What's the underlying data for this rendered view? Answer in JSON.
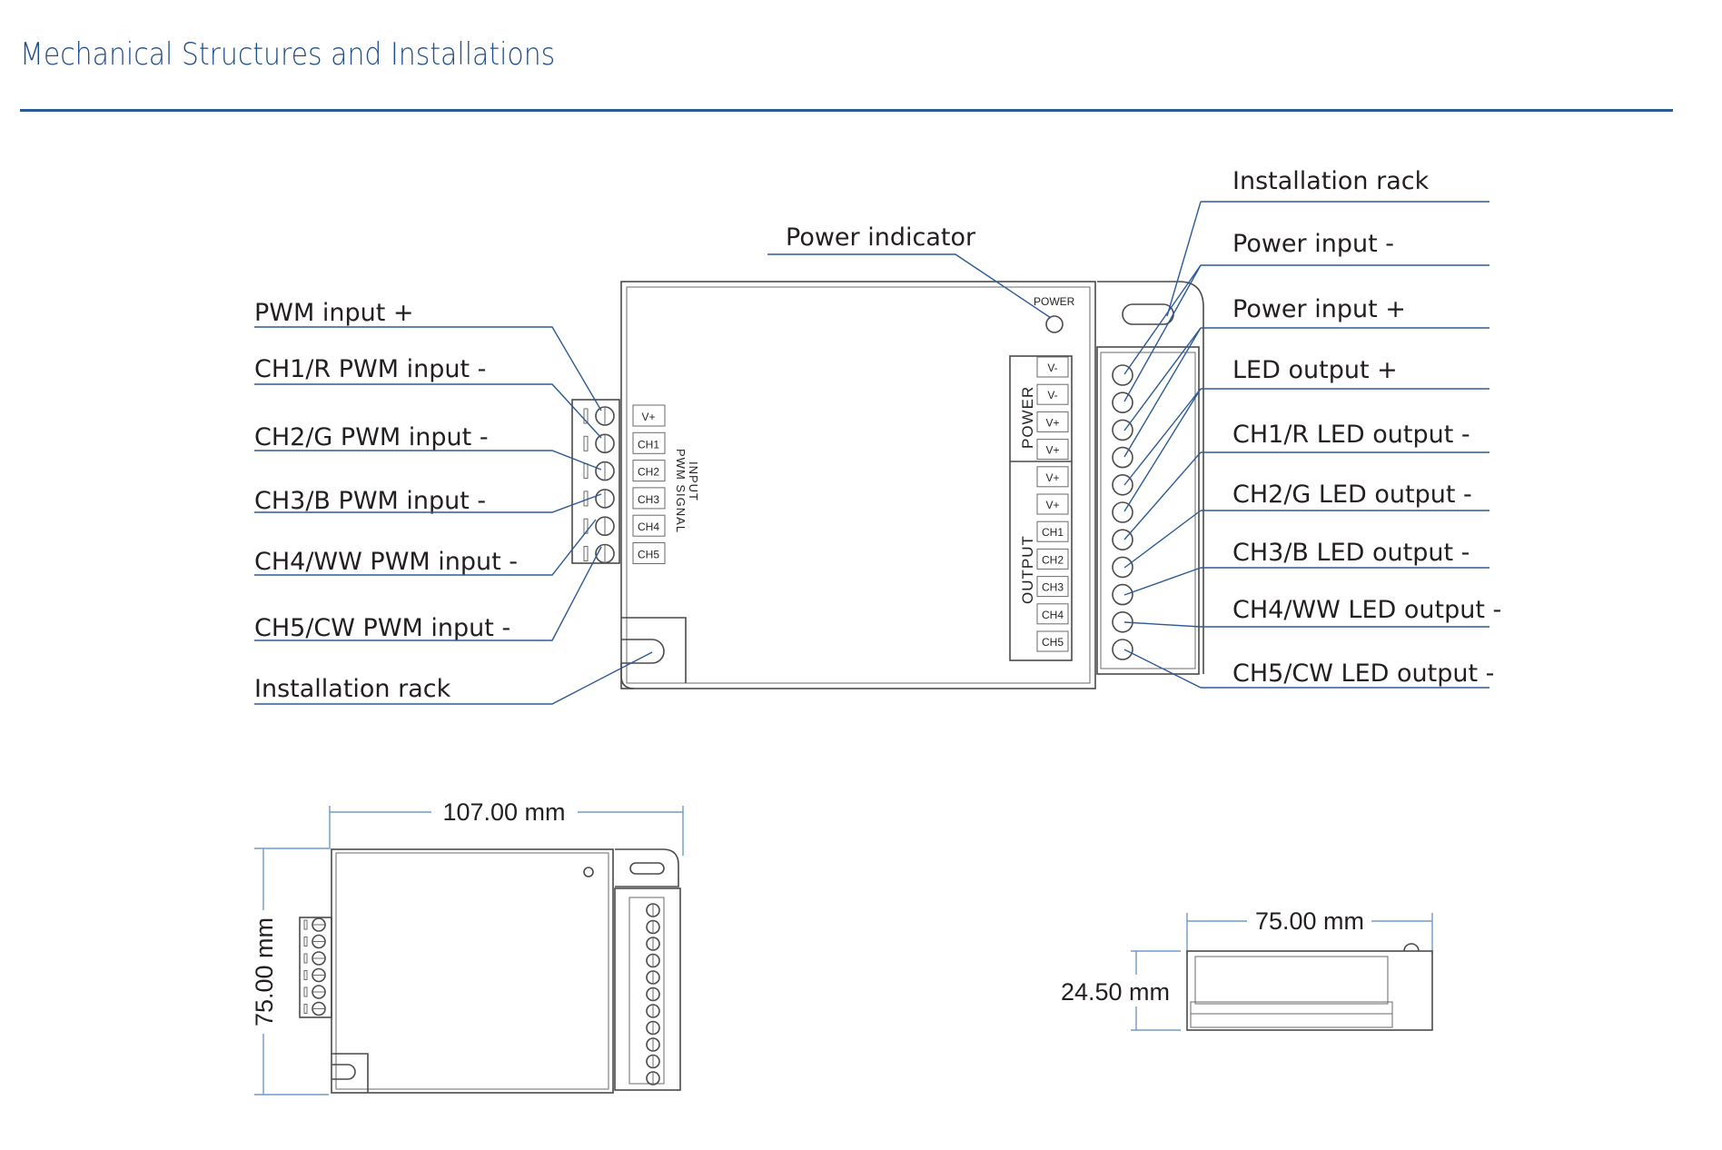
{
  "page": {
    "title": "Mechanical Structures and Installations",
    "accent_color": "#1f4f8b"
  },
  "top_view": {
    "power_led_label": "POWER",
    "input_block_label_line1": "INPUT",
    "input_block_label_line2": "PWM SIGNAL",
    "input_terminals": [
      "V+",
      "CH1",
      "CH2",
      "CH3",
      "CH4",
      "CH5"
    ],
    "power_section_label": "POWER",
    "power_terminals": [
      "V-",
      "V-",
      "V+",
      "V+"
    ],
    "output_section_label": "OUTPUT",
    "output_terminals": [
      "V+",
      "V+",
      "CH1",
      "CH2",
      "CH3",
      "CH4",
      "CH5"
    ],
    "left_callouts": [
      "PWM input +",
      "CH1/R PWM input -",
      "CH2/G PWM input -",
      "CH3/B PWM input -",
      "CH4/WW PWM input -",
      "CH5/CW PWM input -",
      "Installation rack"
    ],
    "top_callout": "Power indicator",
    "right_callouts": [
      "Installation rack",
      "Power input -",
      "Power input +",
      "LED output +",
      "CH1/R LED output -",
      "CH2/G LED output -",
      "CH3/B LED output -",
      "CH4/WW LED output -",
      "CH5/CW LED output -"
    ]
  },
  "dimensions": {
    "width_label": "107.00 mm",
    "height_label": "75.00 mm",
    "side_width_label": "75.00 mm",
    "side_height_label": "24.50 mm"
  }
}
